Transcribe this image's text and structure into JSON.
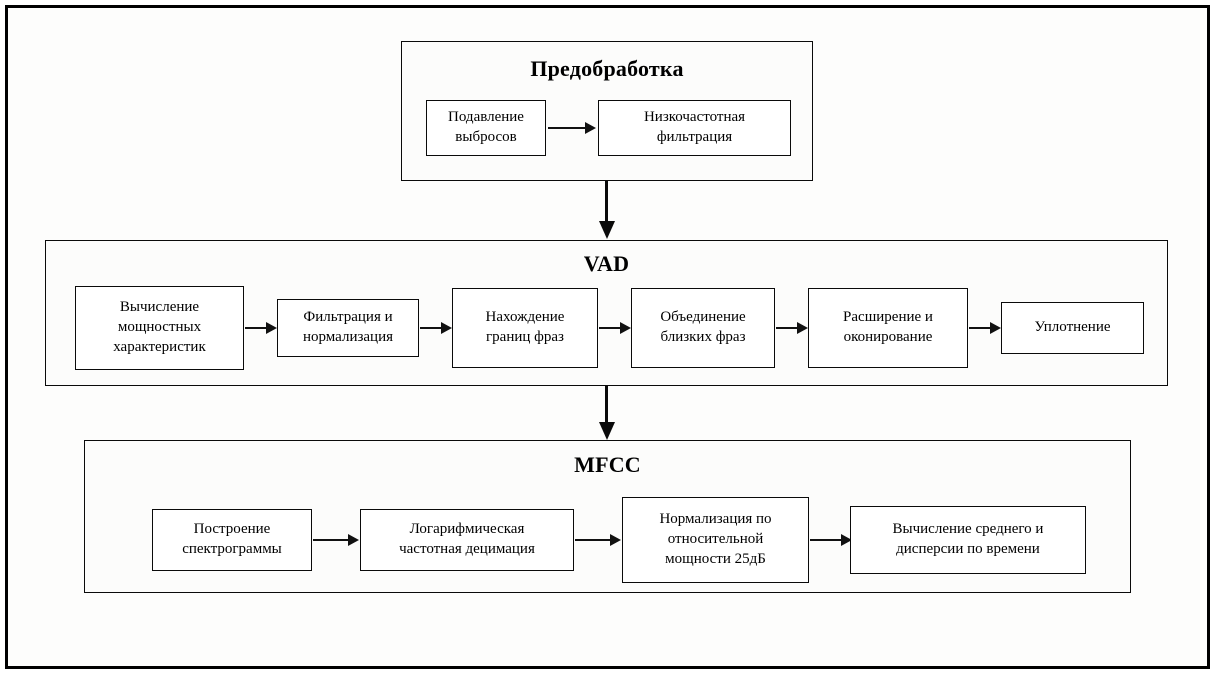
{
  "diagram": {
    "title": "Speech processing pipeline",
    "frame_color": "#000000",
    "box_border_color": "#0a0a0a",
    "background": "#ffffff"
  },
  "sections": [
    {
      "id": "preprocessing",
      "title": "Предобработка",
      "boxes": [
        {
          "id": "outlier-suppression",
          "lines": [
            "Подавление",
            "выбросов"
          ]
        },
        {
          "id": "lowpass-filtering",
          "lines": [
            "Низкочастотная",
            "фильтрация"
          ]
        }
      ]
    },
    {
      "id": "vad",
      "title": "VAD",
      "boxes": [
        {
          "id": "power-characteristics",
          "lines": [
            "Вычисление",
            "мощностных",
            "характеристик"
          ]
        },
        {
          "id": "filtering-normalization",
          "lines": [
            "Фильтрация и",
            "нормализация"
          ]
        },
        {
          "id": "phrase-boundaries",
          "lines": [
            "Нахождение",
            "границ фраз"
          ]
        },
        {
          "id": "merge-close-phrases",
          "lines": [
            "Объединение",
            "близких фраз"
          ]
        },
        {
          "id": "expansion-windowing",
          "lines": [
            "Расширение и",
            "оконирование"
          ]
        },
        {
          "id": "compaction",
          "lines": [
            "Уплотнение"
          ]
        }
      ]
    },
    {
      "id": "mfcc",
      "title": "MFCC",
      "boxes": [
        {
          "id": "spectrogram-build",
          "lines": [
            "Построение",
            "спектрограммы"
          ]
        },
        {
          "id": "log-frequency-decimation",
          "lines": [
            "Логарифмическая",
            "частотная децимация"
          ]
        },
        {
          "id": "relative-power-normalization",
          "lines": [
            "Нормализация по",
            "относительной",
            "мощности 25дБ"
          ]
        },
        {
          "id": "mean-variance-over-time",
          "lines": [
            "Вычисление среднего и",
            "дисперсии по времени"
          ]
        }
      ]
    }
  ],
  "connectors": {
    "preprocessing_to_vad": "down-arrow",
    "vad_to_mfcc": "down-arrow",
    "horizontal": "right-arrow"
  }
}
